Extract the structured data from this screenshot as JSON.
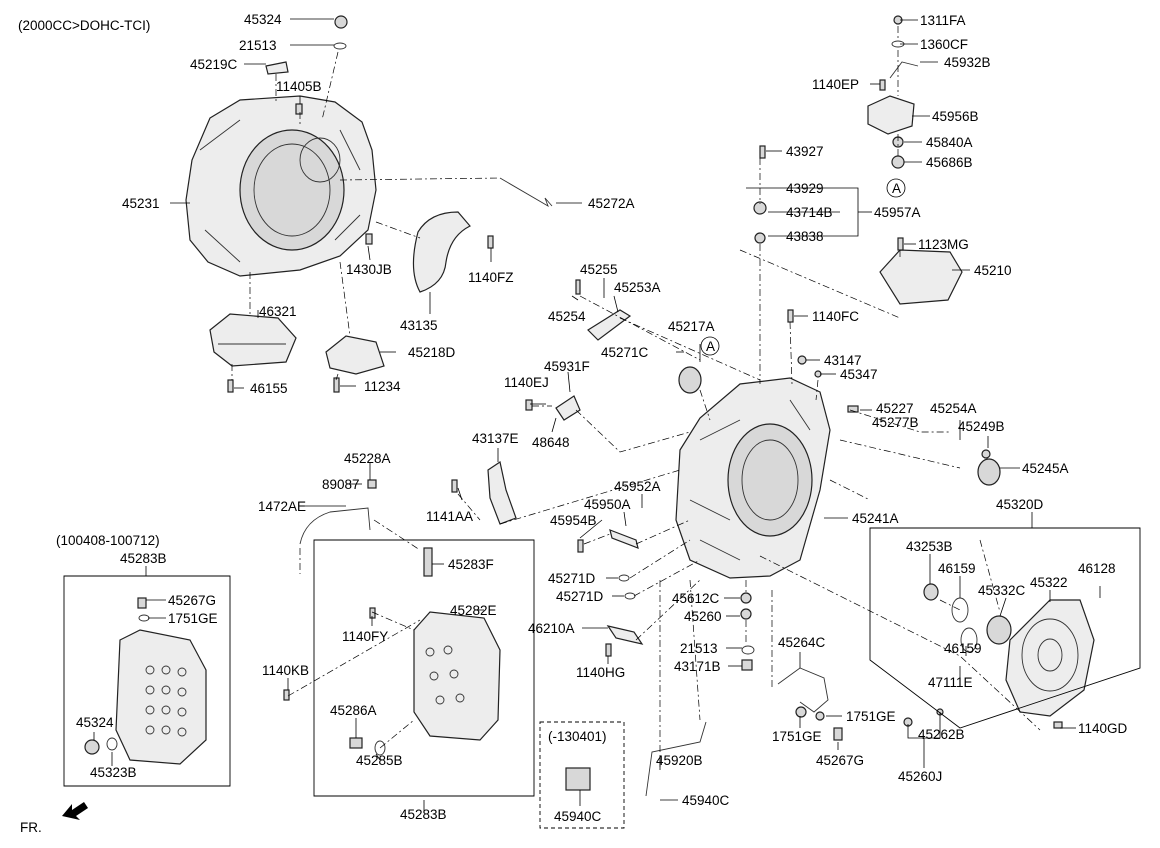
{
  "header": {
    "engine_note": "(2000CC>DOHC-TCI)"
  },
  "footer": {
    "front_marker": "FR."
  },
  "callouts": {
    "c1": "45324",
    "c2": "21513",
    "c3": "45219C",
    "c4": "11405B",
    "c5": "45231",
    "c6": "45272A",
    "c7": "1430JB",
    "c8": "1140FZ",
    "c9": "43135",
    "c10": "46321",
    "c11": "45218D",
    "c12": "46155",
    "c13": "11234",
    "c14": "1311FA",
    "c15": "1360CF",
    "c16": "45932B",
    "c17": "1140EP",
    "c18": "45956B",
    "c19": "45840A",
    "c20": "45686B",
    "c21": "43927",
    "c22": "43929",
    "c23": "43714B",
    "c24": "43838",
    "c25": "45957A",
    "c26": "1123MG",
    "c27": "45210",
    "c28": "45255",
    "c29": "45253A",
    "c30": "45254",
    "c31": "1140FC",
    "c32": "45217A",
    "c33": "45271C",
    "c34": "43147",
    "c35": "45347",
    "c36": "45931F",
    "c37": "1140EJ",
    "c38": "48648",
    "c39": "45227",
    "c40": "45277B",
    "c41": "45254A",
    "c42": "45249B",
    "c43": "45245A",
    "c44": "43137E",
    "c45": "45228A",
    "c46": "89087",
    "c47": "1472AE",
    "c48": "1141AA",
    "c49": "45952A",
    "c50": "45950A",
    "c51": "45954B",
    "c52": "45241A",
    "c53": "45320D",
    "c54": "43253B",
    "c55": "46159",
    "c56": "45332C",
    "c57": "45322",
    "c58": "46128",
    "c59": "46159",
    "c60": "47111E",
    "c61": "1140GD",
    "c62": "45262B",
    "c63": "45260J",
    "c64": "(100408-100712)",
    "c65": "45283B",
    "c66": "45267G",
    "c67": "1751GE",
    "c68": "45324",
    "c69": "45323B",
    "c70": "45283F",
    "c71": "45282E",
    "c72": "1140FY",
    "c73": "1140KB",
    "c74": "45286A",
    "c75": "45285B",
    "c76": "45283B",
    "c77": "45271D",
    "c78": "45271D",
    "c79": "45612C",
    "c80": "45260",
    "c81": "46210A",
    "c82": "21513",
    "c83": "1140HG",
    "c84": "43171B",
    "c85": "45264C",
    "c86": "1751GE",
    "c87": "1751GE",
    "c88": "45267G",
    "c89": "(-130401)",
    "c90": "45940C",
    "c91": "45920B",
    "c92": "45940C",
    "c93": "A",
    "c94": "A"
  }
}
